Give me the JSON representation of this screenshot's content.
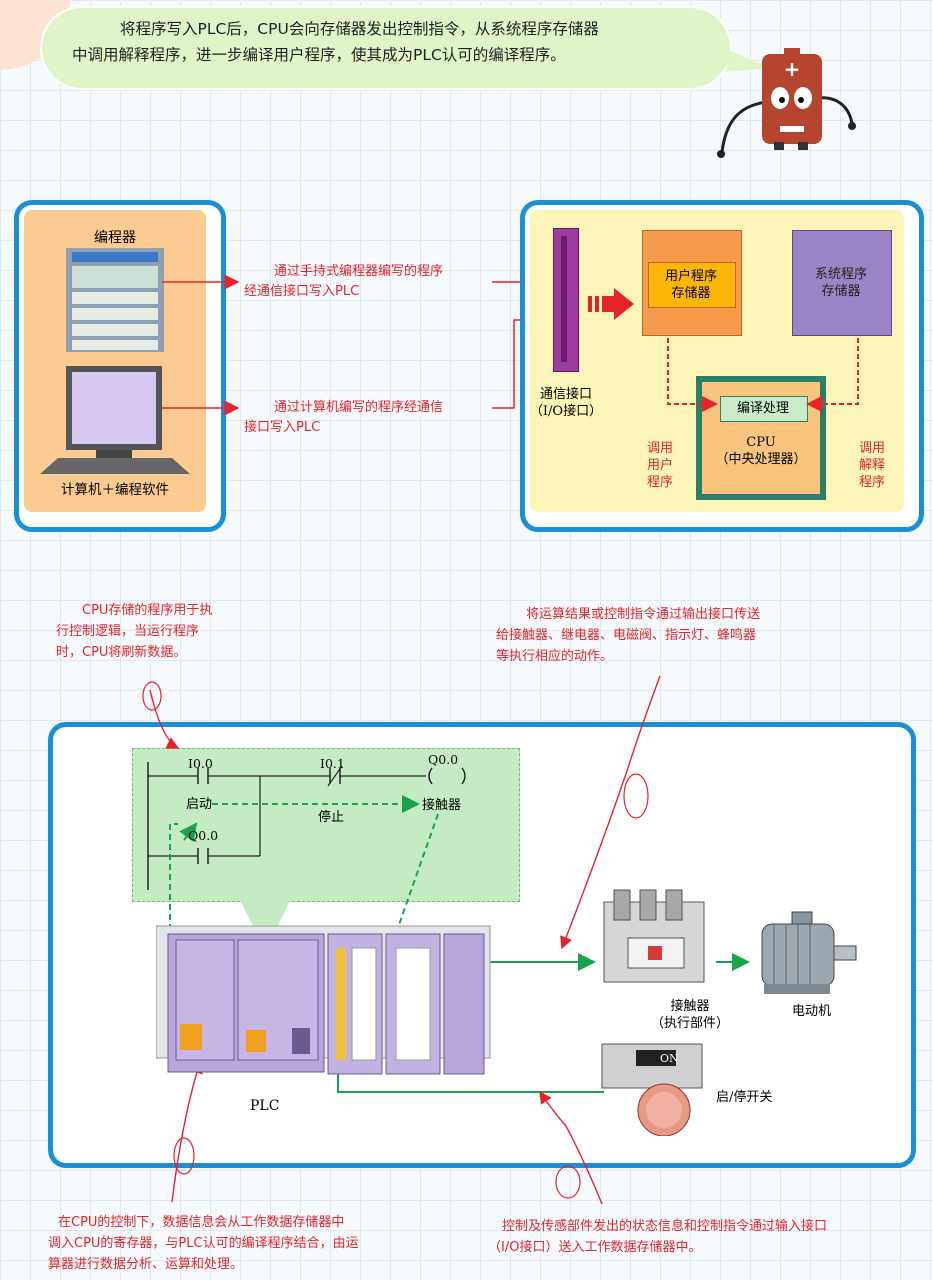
{
  "intro_text": [
    "将程序写入PLC后，CPU会向存储器发出控制指令，从系统程序存储器",
    "中调用解释程序，进一步编译用户程序，使其成为PLC认可的编译程序。"
  ],
  "top_left": {
    "programmer_label": "编程器",
    "computer_label": "计算机＋编程软件"
  },
  "top_middle": {
    "path1": [
      "通过手持式编程器编写的程序",
      "经通信接口写入PLC"
    ],
    "path2": [
      "通过计算机编写的程序经通信",
      "接口写入PLC"
    ]
  },
  "top_right": {
    "comm_port": [
      "通信接口",
      "（I/O接口）"
    ],
    "user_memory": [
      "用户程序",
      "存储器"
    ],
    "system_memory": [
      "系统程序",
      "存储器"
    ],
    "compile": "编译处理",
    "cpu": [
      "CPU",
      "（中央处理器）"
    ],
    "call_user": [
      "调用",
      "用户",
      "程序"
    ],
    "call_interpret": [
      "调用",
      "解释",
      "程序"
    ]
  },
  "notes": {
    "cpu_logic": [
      "CPU存储的程序用于执",
      "行控制逻辑，当运行程序",
      "时，CPU将刷新数据。"
    ],
    "output": [
      "将运算结果或控制指令通过输出接口传送",
      "给接触器、继电器、电磁阀、指示灯、蜂鸣器",
      "等执行相应的动作。"
    ],
    "bottom_left": [
      "在CPU的控制下，数据信息会从工作数据存储器中",
      "调入CPU的寄存器，与PLC认可的编译程序结合，由运",
      "算器进行数据分析、运算和处理。"
    ],
    "bottom_right": [
      "控制及传感部件发出的状态信息和控制指令通过输入接口",
      "（I/O接口）送入工作数据存储器中。"
    ]
  },
  "ladder": {
    "i00": "I0.0",
    "i00_label": "启动",
    "i01": "I0.1",
    "i01_label": "停止",
    "q00": "Q0.0",
    "q00_label": "接触器",
    "q00_hold": "Q0.0"
  },
  "devices": {
    "plc": "PLC",
    "contactor": [
      "接触器",
      "（执行部件）"
    ],
    "motor": "电动机",
    "switch": "启/停开关",
    "switch_on": "ON"
  },
  "colors": {
    "frame_blue": "#1a8fd6",
    "note_red": "#e3242b",
    "arrow_green": "#1aa34a",
    "user_memory": "#f49a4a",
    "system_memory": "#9a86c6",
    "comm_port": "#9b3c9e",
    "cpu_panel": "#f8c47e"
  }
}
